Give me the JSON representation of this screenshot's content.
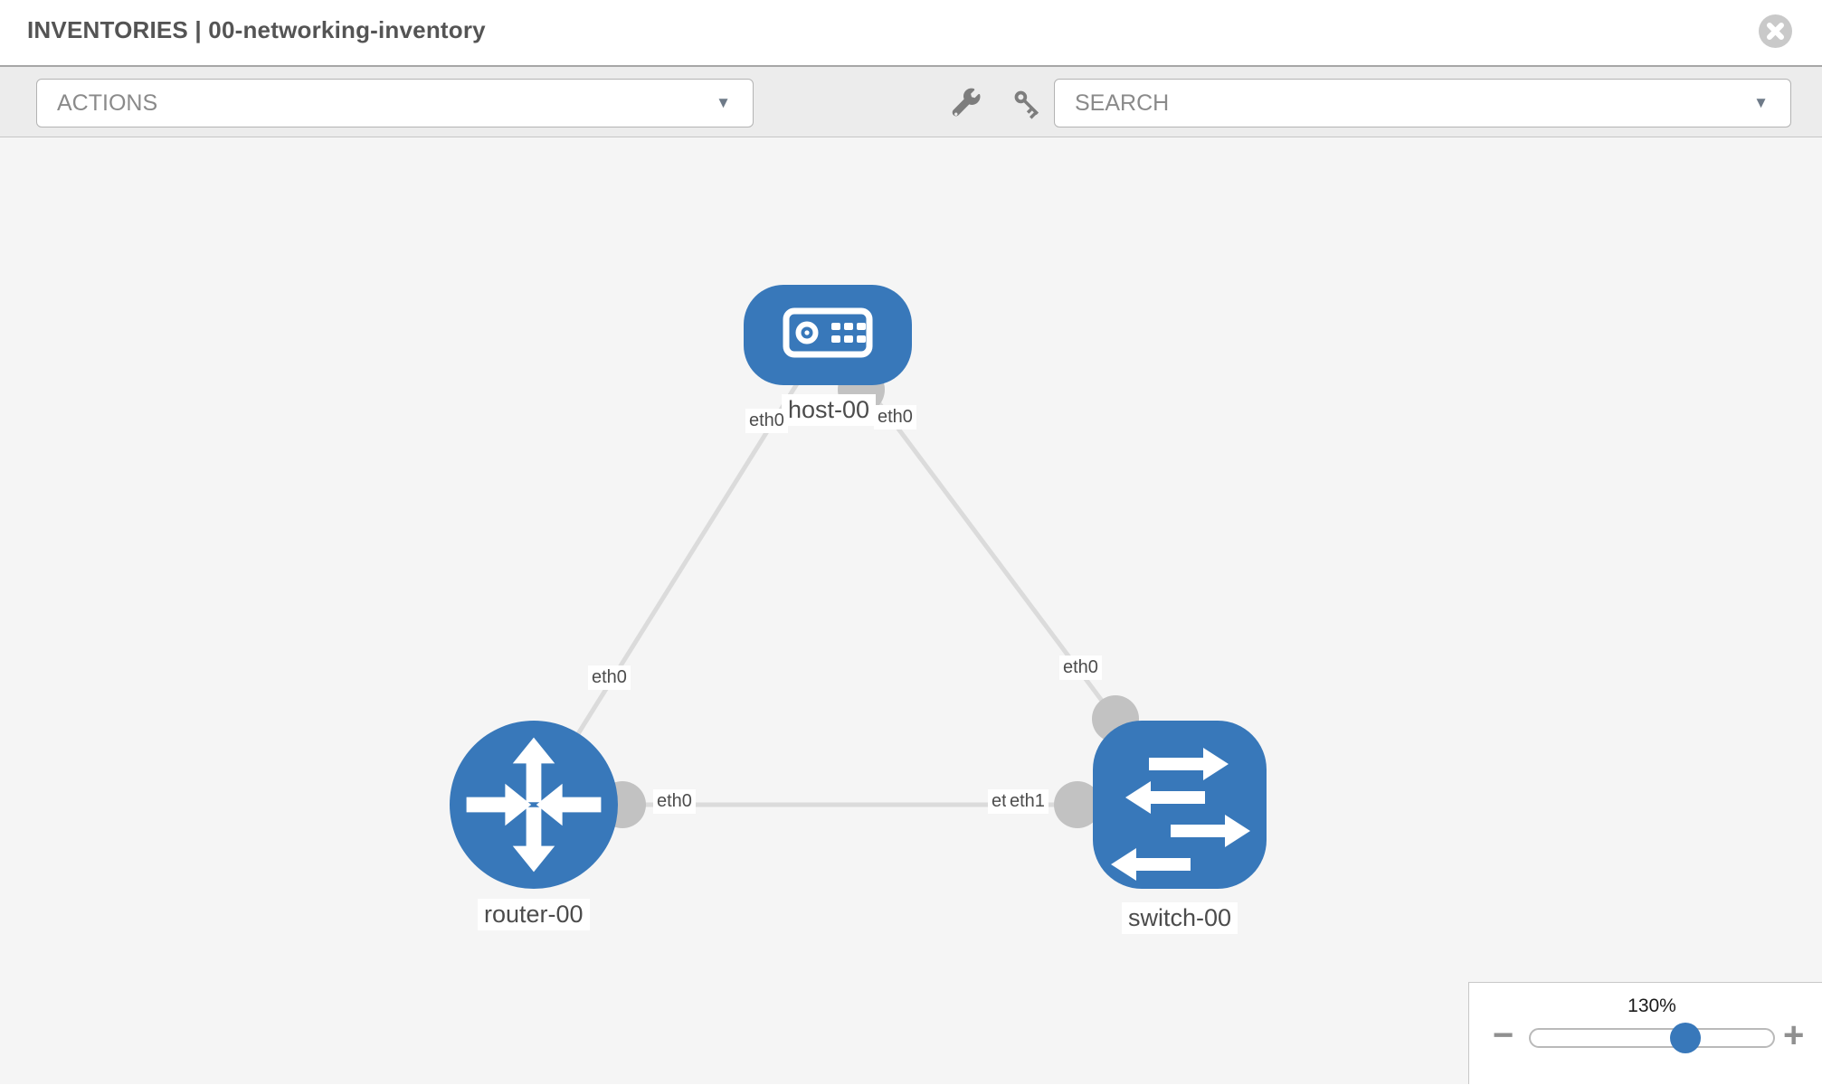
{
  "header": {
    "title": "INVENTORIES | 00-networking-inventory"
  },
  "toolbar": {
    "actions": {
      "placeholder": "ACTIONS"
    },
    "search": {
      "placeholder": "SEARCH"
    },
    "tools": [
      {
        "icon": "wrench-icon"
      },
      {
        "icon": "key-icon"
      }
    ]
  },
  "icons": {
    "caret_glyph": "▼"
  },
  "colors": {
    "node_blue": "#3878ba",
    "link_gray": "#dbdbdb",
    "connector_gray": "#c2c2c2",
    "canvas_bg": "#f5f5f5",
    "toolbar_bg": "#ececec"
  },
  "topology": {
    "nodes": [
      {
        "id": "host-00",
        "type": "host",
        "label": "host-00"
      },
      {
        "id": "router-00",
        "type": "router",
        "label": "router-00"
      },
      {
        "id": "switch-00",
        "type": "switch",
        "label": "switch-00"
      }
    ],
    "links": [
      {
        "source": "router-00",
        "target": "host-00",
        "source_interface": "eth0",
        "target_interface": "eth0"
      },
      {
        "source": "switch-00",
        "target": "host-00",
        "source_interface": "eth0",
        "target_interface": "eth0"
      },
      {
        "source": "router-00",
        "target": "switch-00",
        "source_interface": "eth0",
        "target_interface": "eth1",
        "target_interface_overlapped": "eth0"
      }
    ]
  },
  "zoom_control": {
    "level": "130%",
    "minus_label": "−",
    "plus_label": "+"
  }
}
